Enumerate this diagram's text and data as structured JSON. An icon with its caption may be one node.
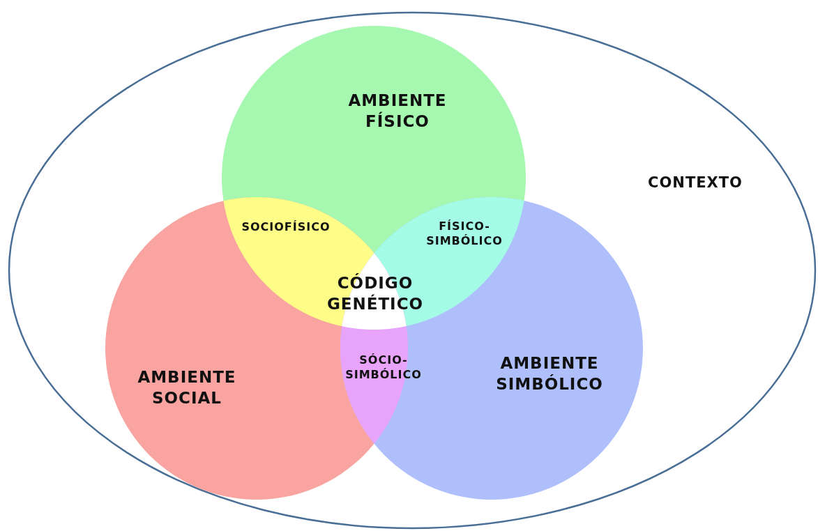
{
  "diagram": {
    "nodes": [
      {
        "text": [
          "CONTEXTO"
        ]
      },
      {
        "text": [
          "AMBIENTE FÍSICO"
        ],
        "in": 0
      },
      {
        "text": [
          "SOCIOFÍSICO"
        ]
      },
      {
        "text": [
          "FÍSICO-SIMBÓLICO"
        ]
      },
      {
        "text": [
          "CÓDIGO GENÉTICO"
        ]
      },
      {
        "text": [
          "SÓCIO-SIMBÓLICO"
        ]
      },
      {
        "text": [
          "AMBIENTE SOCIAL"
        ],
        "in": 0
      },
      {
        "text": [
          "AMBIENTE SIMBÓLICO"
        ],
        "in": 0
      }
    ],
    "edges": []
  }
}
